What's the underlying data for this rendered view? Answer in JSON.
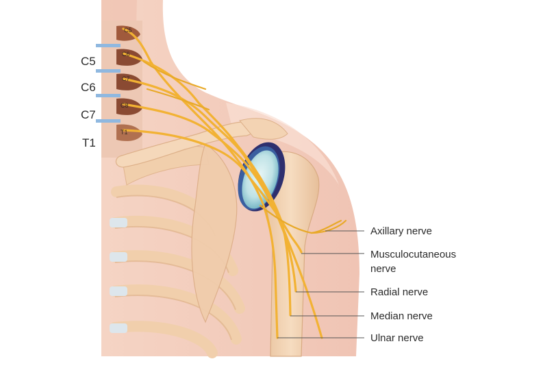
{
  "spinal_levels": [
    "C5",
    "C6",
    "C7",
    "T1"
  ],
  "root_labels": [
    "C5",
    "C6",
    "C7",
    "C8",
    "T1"
  ],
  "nerves": [
    {
      "name": "Axillary nerve"
    },
    {
      "name": "Musculocutaneous",
      "name_line2": "nerve"
    },
    {
      "name": "Radial nerve"
    },
    {
      "name": "Median nerve"
    },
    {
      "name": "Ulnar nerve"
    }
  ],
  "colors": {
    "skin": "#f7d6c6",
    "bone": "#f0cfae",
    "nerve": "#f2b233",
    "vertebra": "#8a4a32",
    "disc": "#8fb8e0",
    "cartilage": "#2e2f6e"
  }
}
